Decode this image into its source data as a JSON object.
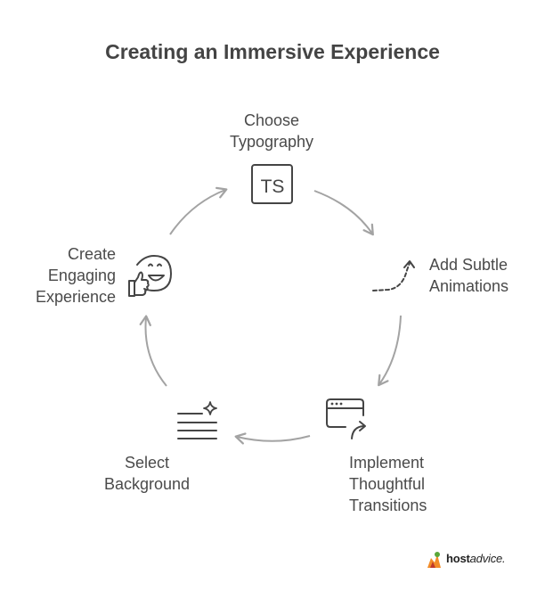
{
  "title": "Creating an Immersive Experience",
  "steps": {
    "typography": {
      "line1": "Choose",
      "line2": "Typography",
      "icon": "typescript-icon"
    },
    "animations": {
      "line1": "Add Subtle",
      "line2": "Animations",
      "icon": "dashed-curve-arrow-icon"
    },
    "transitions": {
      "line1": "Implement",
      "line2": "Thoughtful",
      "line3": "Transitions",
      "icon": "browser-window-redirect-icon"
    },
    "background": {
      "line1": "Select",
      "line2": "Background",
      "icon": "text-lines-sparkle-icon"
    },
    "engaging": {
      "line1": "Create",
      "line2": "Engaging",
      "line3": "Experience",
      "icon": "smiley-thumbs-up-icon"
    }
  },
  "icon_text": {
    "ts": "TS"
  },
  "brand": {
    "bold": "host",
    "rest": "advice.",
    "icon": "hostadvice-logo-icon"
  },
  "colors": {
    "text": "#454545",
    "stroke": "#454545",
    "arrow": "#a3a3a3",
    "brand_orange": "#f28c28",
    "brand_green": "#5aa73a"
  }
}
